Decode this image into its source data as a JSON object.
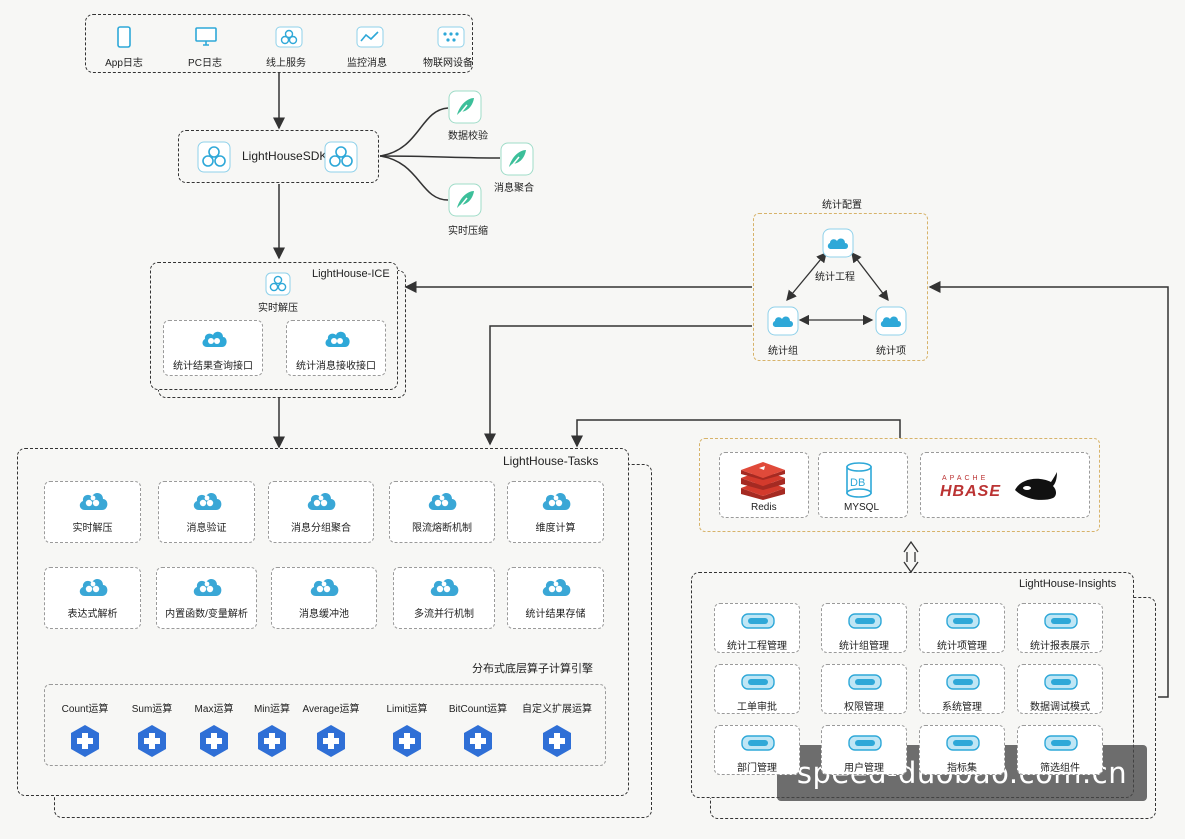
{
  "sources": [
    "App日志",
    "PC日志",
    "线上服务",
    "监控消息",
    "物联网设备"
  ],
  "sdk": {
    "title": "LightHouseSDK",
    "features": [
      "数据校验",
      "消息聚合",
      "实时压缩"
    ]
  },
  "ice": {
    "title": "LightHouse-ICE",
    "decompress": "实时解压",
    "boxes": [
      "统计结果查询接口",
      "统计消息接收接口"
    ]
  },
  "config": {
    "title": "统计配置",
    "nodes": [
      "统计工程",
      "统计组",
      "统计项"
    ]
  },
  "tasks": {
    "title": "LightHouse-Tasks",
    "row1": [
      "实时解压",
      "消息验证",
      "消息分组聚合",
      "限流熔断机制",
      "维度计算"
    ],
    "row2": [
      "表达式解析",
      "内置函数/变量解析",
      "消息缓冲池",
      "多流并行机制",
      "统计结果存储"
    ],
    "engine": "分布式底层算子计算引擎",
    "ops": [
      "Count运算",
      "Sum运算",
      "Max运算",
      "Min运算",
      "Average运算",
      "Limit运算",
      "BitCount运算",
      "自定义扩展运算"
    ]
  },
  "storage": {
    "items": [
      "Redis",
      "MYSQL"
    ],
    "db_label": "DB",
    "hbase_small": "APACHE",
    "hbase_big": "HBASE"
  },
  "insights": {
    "title": "LightHouse-Insights",
    "row1": [
      "统计工程管理",
      "统计组管理",
      "统计项管理",
      "统计报表展示"
    ],
    "row2": [
      "工单审批",
      "权限管理",
      "系统管理",
      "数据调试模式"
    ],
    "row3": [
      "部门管理",
      "用户管理",
      "指标集",
      "筛选组件"
    ]
  },
  "watermark": "speed-duobao.com.cn",
  "colors": {
    "accent": "#2ea8d8",
    "green": "#3cbf9a",
    "blue_hex": "#2f6fd6",
    "redis": "#d33a2c"
  }
}
